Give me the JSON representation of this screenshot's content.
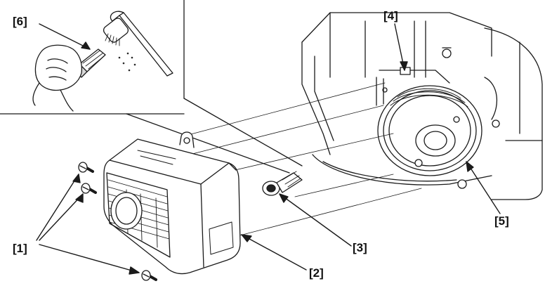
{
  "callouts": {
    "c1": "[1]",
    "c2": "[2]",
    "c3": "[3]",
    "c4": "[4]",
    "c5": "[5]",
    "c6": "[6]"
  },
  "colors": {
    "line": "#1a1a1a",
    "paper": "#ffffff",
    "shade": "#9a9a9a"
  }
}
